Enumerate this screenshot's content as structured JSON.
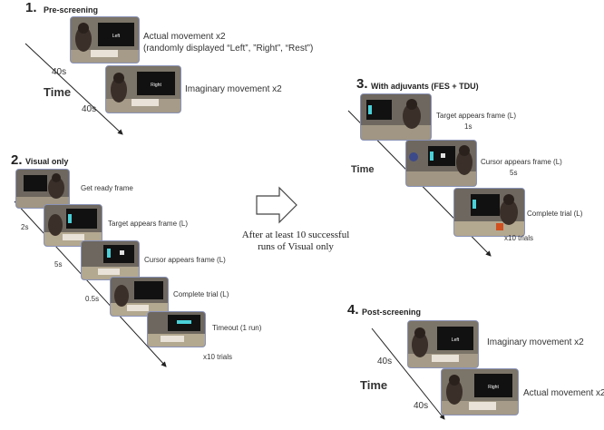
{
  "panel1": {
    "number": "1.",
    "title": "Pre-screening",
    "actual_label": "Actual movement x2",
    "actual_sub": "(randomly displayed “Left”, ”Right”, “Rest”)",
    "imaginary_label": "Imaginary movement x2",
    "dur1": "40s",
    "dur2": "40s",
    "time": "Time",
    "screen1": "Left",
    "screen2": "Right"
  },
  "panel2": {
    "number": "2.",
    "title": "Visual only",
    "step1": "Get ready frame",
    "step2": "Target appears frame (L)",
    "step3": "Cursor appears frame (L)",
    "step4": "Complete trial (L)",
    "step5": "Timeout (1 run)",
    "dur1": "2s",
    "dur2": "5s",
    "dur3": "0.5s",
    "trials": "x10 trials"
  },
  "middle": {
    "text": "After at least 10 successful runs of Visual only"
  },
  "panel3": {
    "number": "3.",
    "title": "With adjuvants (FES + TDU)",
    "step1": "Target appears frame (L)",
    "dur1": "1s",
    "step2": "Cursor appears frame (L)",
    "dur2": "5s",
    "step3": "Complete trial (L)",
    "trials": "x10 trials",
    "time": "Time"
  },
  "panel4": {
    "number": "4.",
    "title": "Post-screening",
    "imaginary_label": "Imaginary movement x2",
    "actual_label": "Actual movement x2",
    "dur1": "40s",
    "dur2": "40s",
    "time": "Time",
    "screen1": "Left",
    "screen2": "Right"
  },
  "colors": {
    "frame_border": "#8a93b8",
    "monitor": "#111111",
    "target": "#4ad0d8"
  }
}
